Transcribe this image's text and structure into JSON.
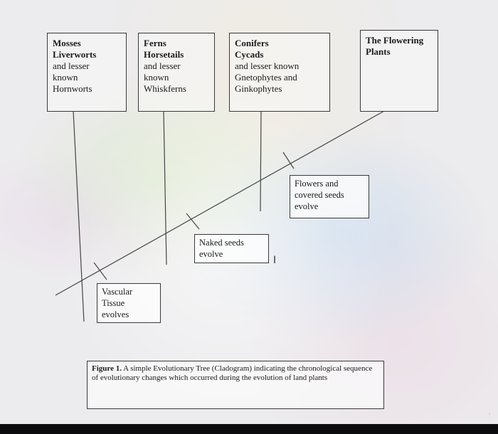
{
  "diagram": {
    "groups": [
      {
        "id": "mosses",
        "lines": [
          {
            "text": "Mosses",
            "bold": true
          },
          {
            "text": "Liverworts",
            "bold": true
          },
          {
            "text": "and lesser",
            "bold": false
          },
          {
            "text": "known",
            "bold": false
          },
          {
            "text": "Hornworts",
            "bold": false
          }
        ]
      },
      {
        "id": "ferns",
        "lines": [
          {
            "text": "Ferns",
            "bold": true
          },
          {
            "text": "Horsetails",
            "bold": true
          },
          {
            "text": "and lesser",
            "bold": false
          },
          {
            "text": "known",
            "bold": false
          },
          {
            "text": "Whiskferns",
            "bold": false
          }
        ]
      },
      {
        "id": "conifers",
        "lines": [
          {
            "text": "Conifers",
            "bold": true
          },
          {
            "text": "Cycads",
            "bold": true
          },
          {
            "text": "and lesser known",
            "bold": false
          },
          {
            "text": "Gnetophytes and",
            "bold": false
          },
          {
            "text": "Ginkophytes",
            "bold": false
          }
        ]
      },
      {
        "id": "flowering",
        "lines": [
          {
            "text": "The Flowering",
            "bold": true
          },
          {
            "text": "Plants",
            "bold": true
          }
        ]
      }
    ],
    "events": [
      {
        "id": "vascular",
        "lines": [
          "Vascular",
          "Tissue",
          "evolves"
        ]
      },
      {
        "id": "naked-seeds",
        "lines": [
          "Naked seeds",
          "evolve"
        ]
      },
      {
        "id": "flowers",
        "lines": [
          "Flowers and",
          "covered seeds",
          "evolve"
        ]
      }
    ],
    "caption": {
      "label": "Figure 1.",
      "text": "A simple Evolutionary Tree (Cladogram) indicating the chronological sequence of evolutionary changes which occurred during the evolution of land plants"
    }
  },
  "ui": {
    "cursor_icon": "text-cursor-icon",
    "cursor_glyph": "I",
    "nav_icon": "chevron-right-icon",
    "nav_glyph": "›"
  }
}
